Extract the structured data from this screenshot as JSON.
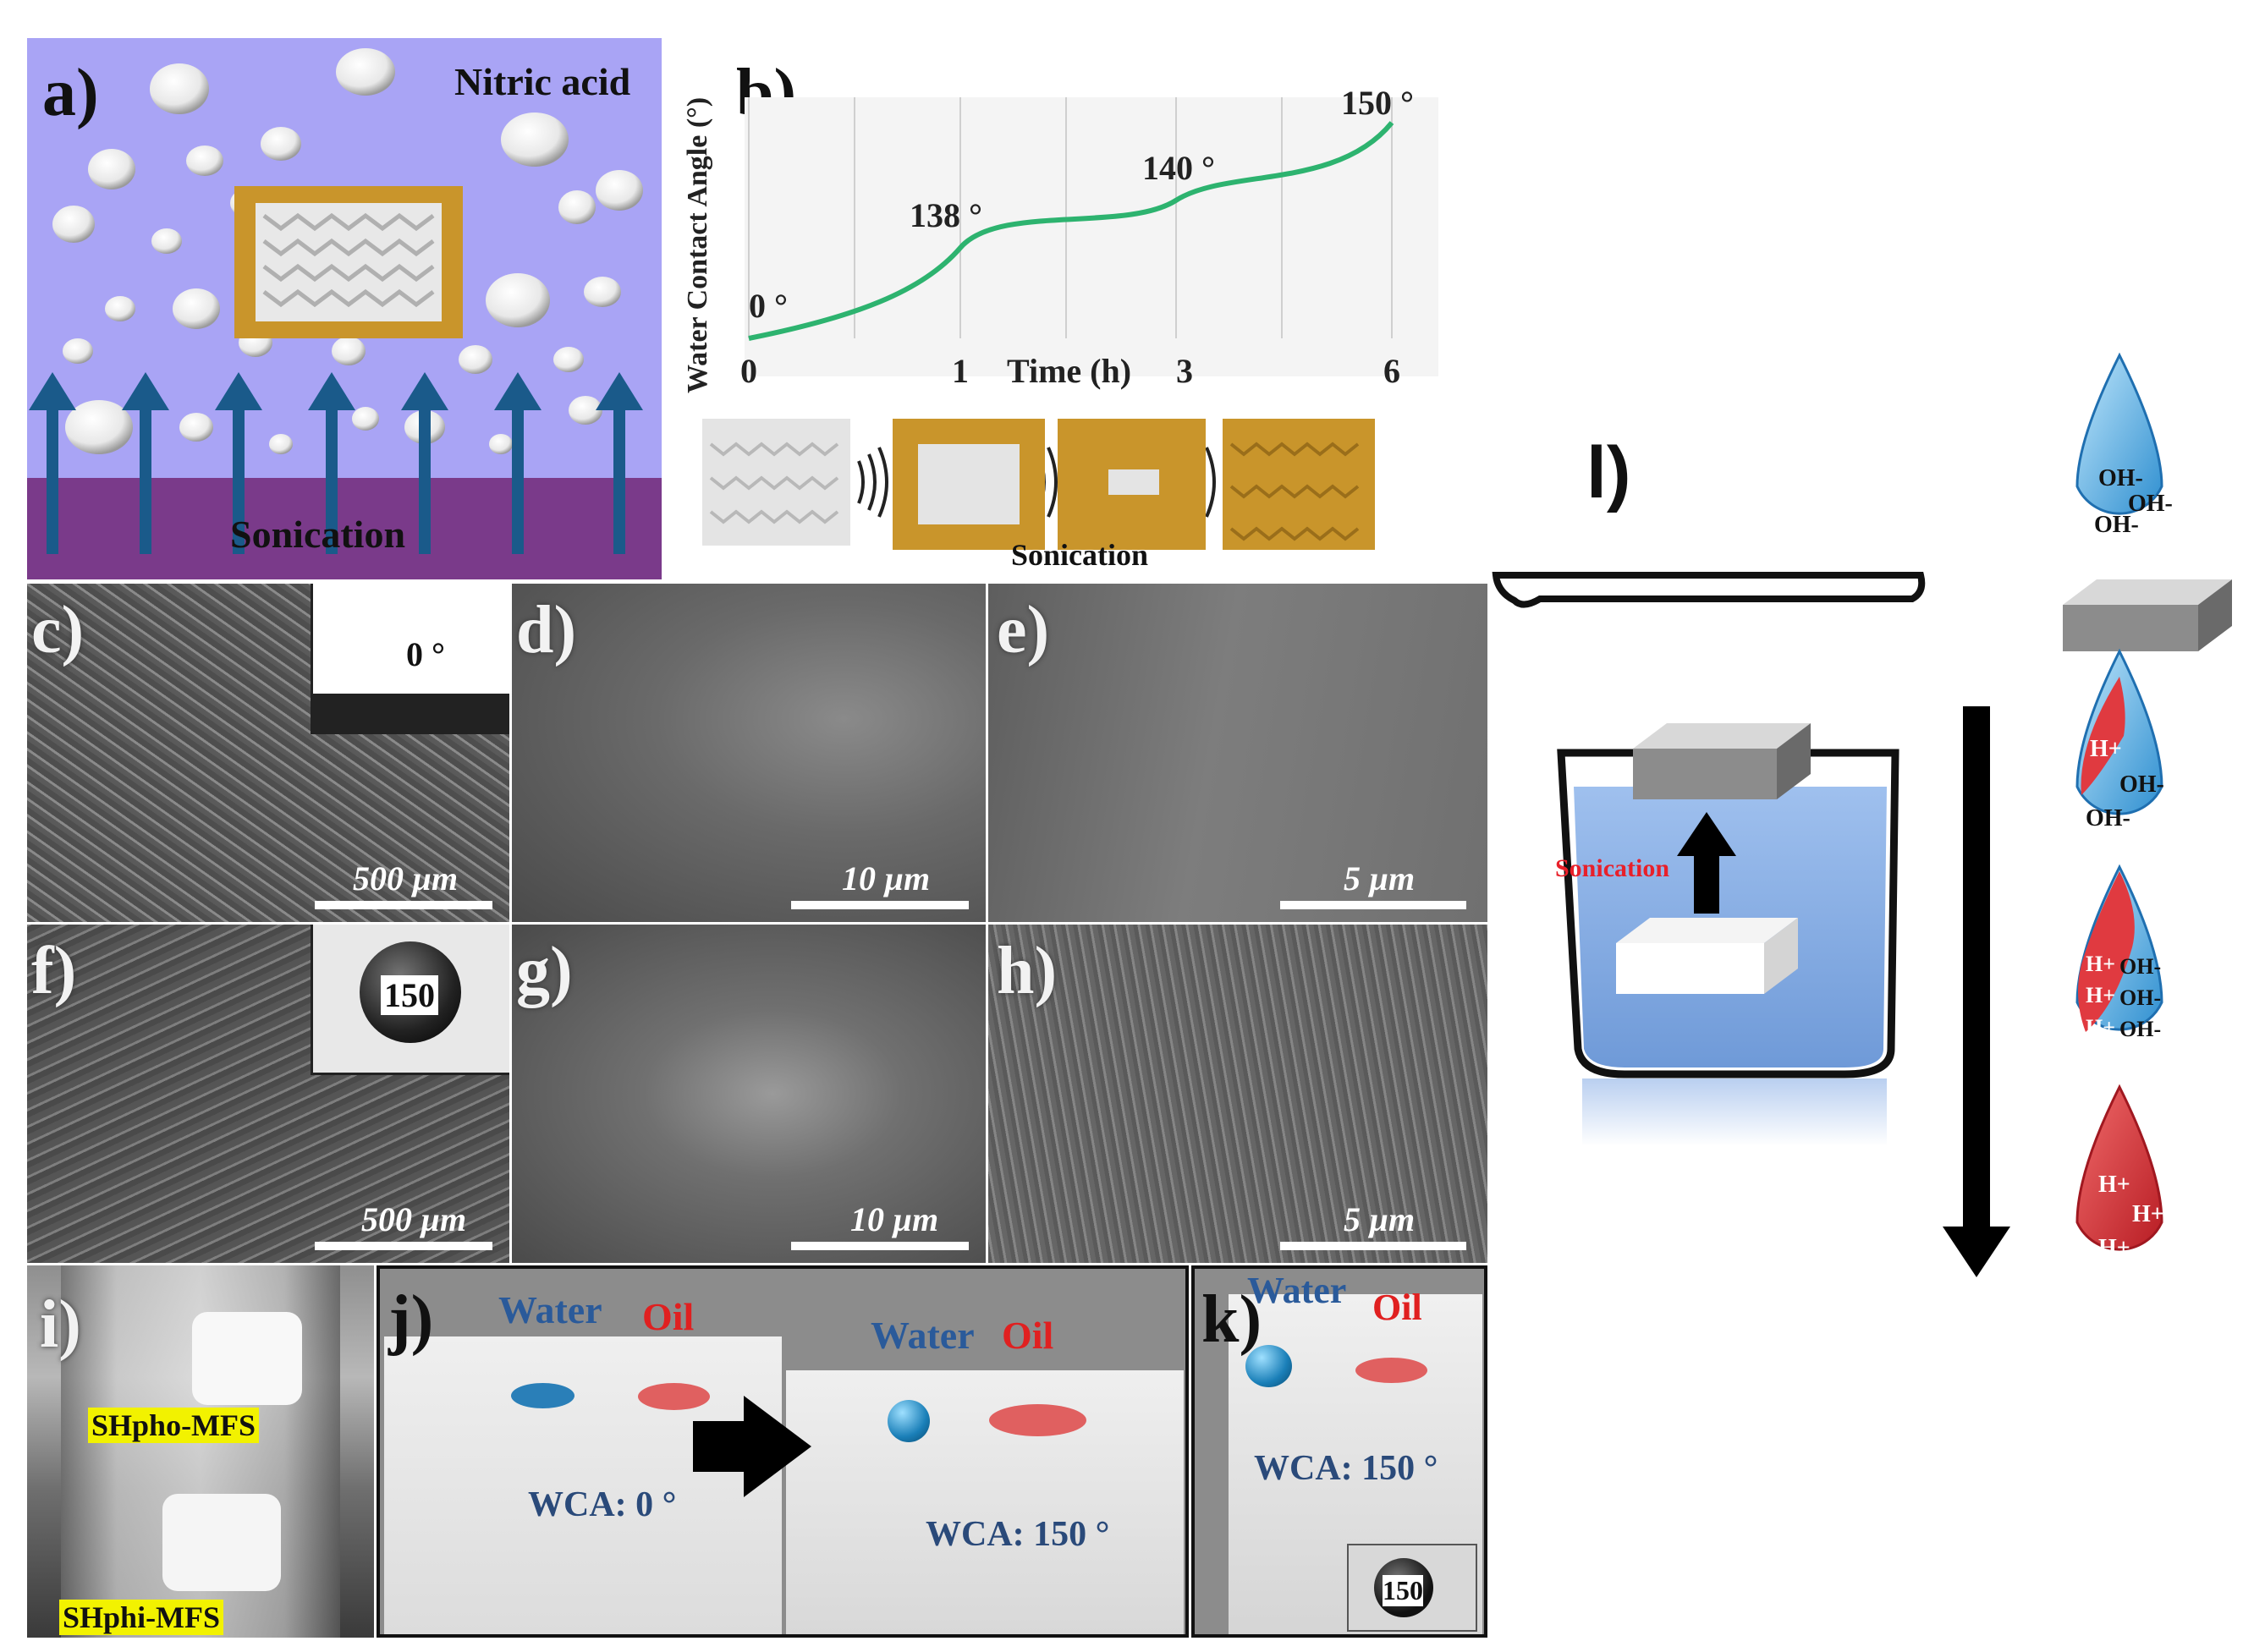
{
  "panels": {
    "a": {
      "label": "a)",
      "title": "Nitric acid",
      "base": "Sonication"
    },
    "b": {
      "label": "b)",
      "ylabel": "Water Contact Angle (°)",
      "xlabel": "Time (h)",
      "bottom_label": "Sonication"
    },
    "c": {
      "label": "c)",
      "inset": "0 °",
      "scale": "500 µm"
    },
    "d": {
      "label": "d)",
      "scale": "10 µm"
    },
    "e": {
      "label": "e)",
      "scale": "5 µm"
    },
    "f": {
      "label": "f)",
      "inset": "150",
      "scale": "500 µm"
    },
    "g": {
      "label": "g)",
      "scale": "10 µm"
    },
    "h": {
      "label": "h)",
      "scale": "5 µm"
    },
    "i": {
      "label": "i)",
      "top_tag": "SHpho-MFS",
      "bottom_tag": "SHphi-MFS"
    },
    "j": {
      "label": "j)",
      "water": "Water",
      "oil": "Oil",
      "wca_left": "WCA: 0 °",
      "water2": "Water",
      "oil2": "Oil",
      "wca_right": "WCA: 150 °"
    },
    "k": {
      "label": "k)",
      "water": "Water",
      "oil": "Oil",
      "wca": "WCA: 150 °",
      "inset": "150"
    },
    "l": {
      "label": "l)",
      "sonication": "Sonication",
      "drop1": [
        "OH-",
        "OH-",
        "OH-"
      ],
      "drop2": [
        "H+",
        "OH-",
        "OH-"
      ],
      "drop3": [
        "H+",
        "OH-",
        "H+",
        "OH-",
        "H+",
        "OH-"
      ],
      "drop4": [
        "H+",
        "H+",
        "H+"
      ]
    }
  },
  "chart_data": {
    "type": "line",
    "x": [
      0,
      1,
      3,
      6
    ],
    "x_tick_labels": [
      "0",
      "1",
      "3",
      "6"
    ],
    "values": [
      0,
      138,
      140,
      150
    ],
    "point_labels": [
      "0 °",
      "138 °",
      "140 °",
      "150 °"
    ],
    "xlabel": "Time (h)",
    "ylabel": "Water Contact Angle (°)",
    "line_color": "#2db36f"
  },
  "colors": {
    "acid": "#a9a4f5",
    "base": "#7a3a8a",
    "gold": "#c9952b",
    "arrow": "#1a5a8a",
    "water_blue": "#2a7fb8",
    "oil_red": "#e02020",
    "acid_red": "#d9333a",
    "drop_blue": "#5fb3e6"
  }
}
